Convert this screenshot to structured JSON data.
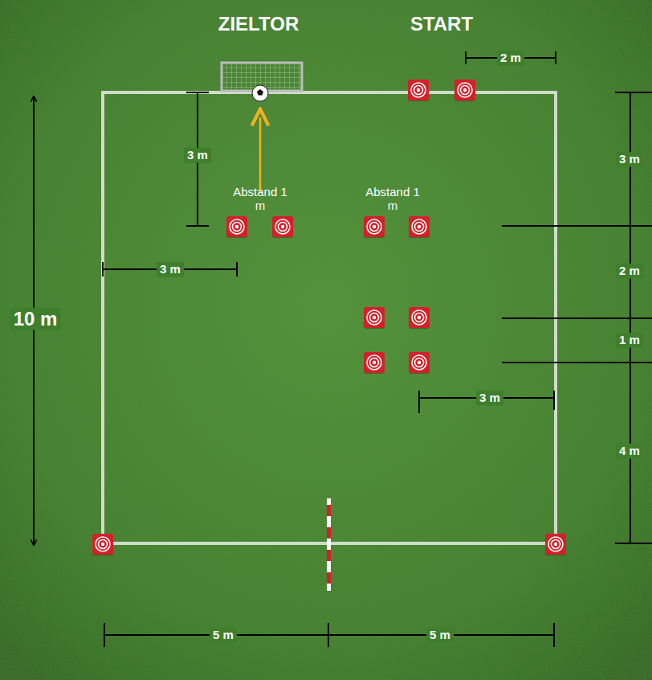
{
  "diagram": {
    "labels": [
      "ZIELTOR",
      "START",
      "2 m",
      "3 m",
      "3 m",
      "Abstand 1 m",
      "Abstand 1 m",
      "10 m",
      "3 m",
      "2 m",
      "1 m",
      "3 m",
      "4 m",
      "5 m",
      "5 m"
    ]
  }
}
